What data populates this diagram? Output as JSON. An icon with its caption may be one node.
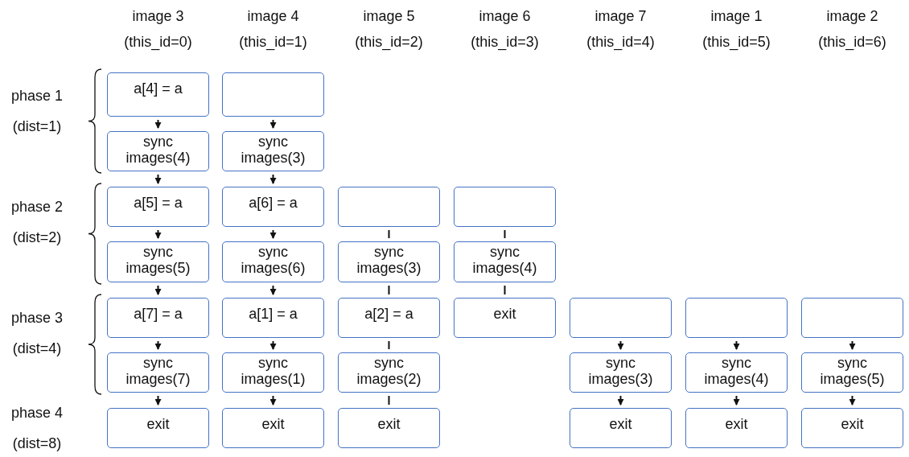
{
  "diagram": {
    "nodes": [
      {
        "text": [
          "a[4] = a"
        ]
      },
      {
        "text": [],
        "shape": "box"
      },
      {
        "text": [
          "sync images(4)"
        ]
      },
      {
        "text": [
          "sync images(3)"
        ]
      },
      {
        "text": [
          "a[5] = a"
        ]
      },
      {
        "text": [
          "a[6] = a"
        ]
      },
      {
        "text": [],
        "shape": "box"
      },
      {
        "text": [],
        "shape": "box"
      },
      {
        "text": [
          "sync images(5)"
        ]
      },
      {
        "text": [
          "sync images(6)"
        ]
      },
      {
        "text": [
          "sync images(3)"
        ]
      },
      {
        "text": [
          "sync images(4)"
        ]
      },
      {
        "text": [
          "a[7] = a"
        ]
      },
      {
        "text": [
          "a[1] = a"
        ]
      },
      {
        "text": [
          "a[2] = a"
        ]
      },
      {
        "text": [
          "exit"
        ]
      },
      {
        "text": [],
        "shape": "box"
      },
      {
        "text": [],
        "shape": "box"
      },
      {
        "text": [],
        "shape": "box"
      },
      {
        "text": [
          "sync images(7)"
        ]
      },
      {
        "text": [
          "sync images(1)"
        ]
      },
      {
        "text": [
          "sync images(2)"
        ]
      },
      {
        "text": [
          "sync images(3)"
        ]
      },
      {
        "text": [
          "sync images(4)"
        ]
      },
      {
        "text": [
          "sync images(5)"
        ]
      },
      {
        "text": [
          "exit"
        ]
      },
      {
        "text": [
          "exit"
        ]
      },
      {
        "text": [
          "exit"
        ]
      },
      {
        "text": [
          "exit"
        ]
      },
      {
        "text": [
          "exit"
        ]
      },
      {
        "text": [
          "exit"
        ]
      }
    ],
    "edges": [
      {
        "from": 0,
        "to": 2,
        "arrow": "to"
      },
      {
        "from": 2,
        "to": 4,
        "arrow": "to"
      },
      {
        "from": 4,
        "to": 8,
        "arrow": "to"
      },
      {
        "from": 8,
        "to": 12,
        "arrow": "to"
      },
      {
        "from": 12,
        "to": 19,
        "arrow": "to"
      },
      {
        "from": 19,
        "to": 25,
        "arrow": "to"
      },
      {
        "from": 1,
        "to": 3,
        "arrow": "to"
      },
      {
        "from": 3,
        "to": 5,
        "arrow": "to"
      },
      {
        "from": 5,
        "to": 9,
        "arrow": "to"
      },
      {
        "from": 9,
        "to": 13,
        "arrow": "to"
      },
      {
        "from": 13,
        "to": 20,
        "arrow": "to"
      },
      {
        "from": 20,
        "to": 26,
        "arrow": "to"
      },
      {
        "from": 6,
        "to": 10,
        "arrow": "none"
      },
      {
        "from": 10,
        "to": 14,
        "arrow": "none"
      },
      {
        "from": 14,
        "to": 21,
        "arrow": "none"
      },
      {
        "from": 21,
        "to": 27,
        "arrow": "none"
      },
      {
        "from": 7,
        "to": 11,
        "arrow": "none"
      },
      {
        "from": 11,
        "to": 15,
        "arrow": "none"
      },
      {
        "from": 16,
        "to": 22,
        "arrow": "to"
      },
      {
        "from": 22,
        "to": 28,
        "arrow": "to"
      },
      {
        "from": 17,
        "to": 23,
        "arrow": "to"
      },
      {
        "from": 23,
        "to": 29,
        "arrow": "to"
      },
      {
        "from": 18,
        "to": 24,
        "arrow": "to"
      },
      {
        "from": 24,
        "to": 30,
        "arrow": "to"
      }
    ],
    "labels": [
      "image 3 (this_id=0)",
      "image 4 (this_id=1)",
      "image 5 (this_id=2)",
      "image 6 (this_id=3)",
      "image 7 (this_id=4)",
      "image 1 (this_id=5)",
      "image 2 (this_id=6)",
      "phase 1 (dist=1)",
      "phase 2 (dist=2)",
      "phase 3 (dist=4)",
      "phase 4 (dist=8)"
    ]
  }
}
